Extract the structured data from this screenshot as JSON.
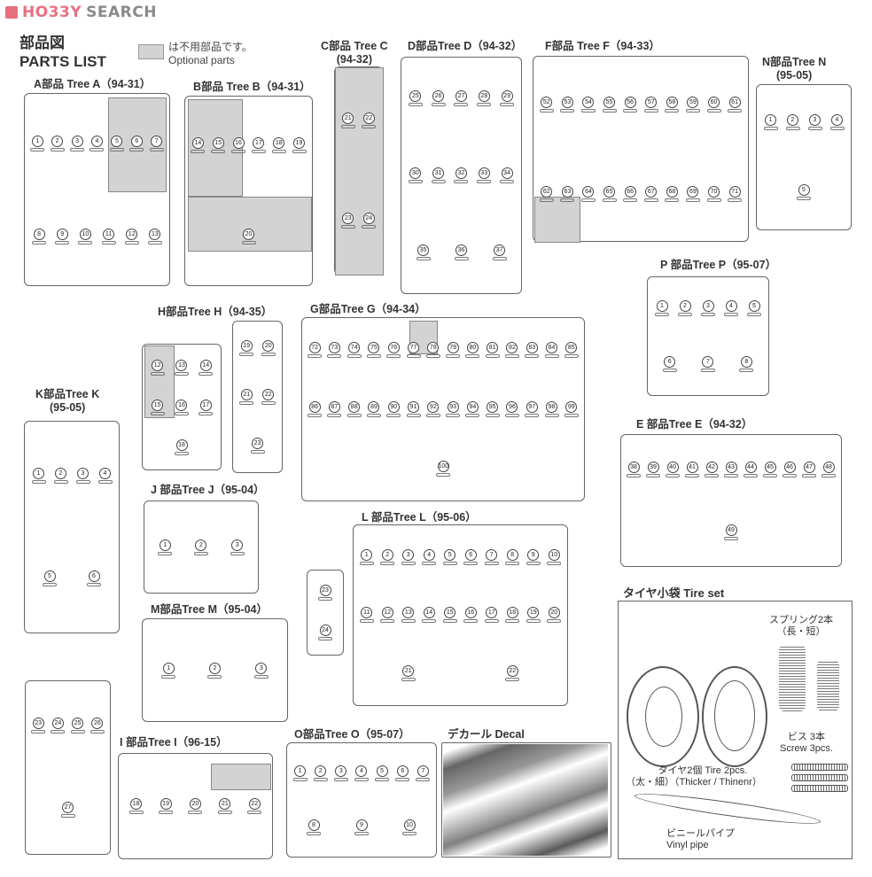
{
  "brand": {
    "logo_left": "HO33Y",
    "logo_right": "SEARCH"
  },
  "header": {
    "title_jp": "部品図",
    "title_en": "PARTS LIST"
  },
  "legend": {
    "jp": "は不用部品です。",
    "en": "Optional parts",
    "color": "#d3d3d3"
  },
  "trees": [
    {
      "id": "A",
      "title": "A部品 Tree A（94-31）",
      "parts": [
        1,
        2,
        3,
        4,
        5,
        6,
        7,
        8,
        9,
        10,
        11,
        12,
        13
      ]
    },
    {
      "id": "B",
      "title": "B部品 Tree B（94-31）",
      "parts": [
        14,
        15,
        16,
        17,
        18,
        19,
        20
      ]
    },
    {
      "id": "C",
      "title": "C部品 Tree C",
      "code": "(94-32)",
      "parts": [
        21,
        22,
        23,
        24
      ]
    },
    {
      "id": "D",
      "title": "D部品Tree D（94-32）",
      "parts": [
        25,
        26,
        27,
        28,
        29,
        30,
        31,
        32,
        33,
        34,
        35,
        36,
        37
      ]
    },
    {
      "id": "F",
      "title": "F部品 Tree F（94-33）",
      "parts": [
        52,
        53,
        54,
        55,
        56,
        57,
        58,
        59,
        60,
        61,
        62,
        63,
        64,
        65,
        66,
        67,
        68,
        69,
        70,
        71
      ]
    },
    {
      "id": "N",
      "title": "N部品Tree N",
      "code": "(95-05)",
      "parts": [
        1,
        2,
        3,
        4,
        5
      ]
    },
    {
      "id": "P",
      "title": "P 部品Tree P（95-07）",
      "parts": [
        1,
        2,
        3,
        4,
        5,
        6,
        7,
        8
      ]
    },
    {
      "id": "H",
      "title": "H部品Tree H（94-35）",
      "parts": [
        12,
        13,
        14,
        15,
        16,
        17,
        18,
        19,
        20,
        21,
        22,
        23
      ]
    },
    {
      "id": "G",
      "title": "G部品Tree G（94-34）",
      "parts": [
        72,
        73,
        74,
        75,
        76,
        77,
        78,
        79,
        80,
        81,
        82,
        83,
        84,
        85,
        86,
        87,
        88,
        89,
        90,
        91,
        92,
        93,
        94,
        95,
        96,
        97,
        98,
        99,
        100
      ]
    },
    {
      "id": "K",
      "title": "K部品Tree K",
      "code": "(95-05)",
      "parts": [
        1,
        2,
        3,
        4,
        5,
        6
      ]
    },
    {
      "id": "J",
      "title": "J 部品Tree J（95-04）",
      "parts": [
        1,
        2,
        3
      ]
    },
    {
      "id": "E",
      "title": "E 部品Tree E（94-32）",
      "parts": [
        38,
        39,
        40,
        41,
        42,
        43,
        44,
        45,
        46,
        47,
        48,
        49
      ]
    },
    {
      "id": "L",
      "title": "L 部品Tree L（95-06）",
      "parts": [
        1,
        2,
        3,
        4,
        5,
        6,
        7,
        8,
        9,
        10,
        11,
        12,
        13,
        14,
        15,
        16,
        17,
        18,
        19,
        20,
        21,
        22,
        23,
        24
      ]
    },
    {
      "id": "M",
      "title": "M部品Tree M（95-04）",
      "parts": [
        1,
        2,
        3
      ]
    },
    {
      "id": "I",
      "title": "I 部品Tree I（96-15）",
      "parts": [
        18,
        19,
        20,
        21,
        22,
        23,
        24,
        25,
        26,
        27
      ]
    },
    {
      "id": "O",
      "title": "O部品Tree O（95-07）",
      "parts": [
        1,
        2,
        3,
        4,
        5,
        6,
        7,
        8,
        9,
        10
      ]
    }
  ],
  "decal": {
    "title": "デカール Decal"
  },
  "tire_set": {
    "title": "タイヤ小袋 Tire set",
    "springs_jp": "スプリング2本",
    "springs_sub": "（長・短）",
    "screws_jp": "ビス 3本",
    "screws_en": "Screw 3pcs.",
    "tires_jp": "タイヤ2個 Tire 2pcs.",
    "tires_sub": "（太・細）（Thicker / Thinenr）",
    "pipe_jp": "ビニールパイプ",
    "pipe_en": "Vinyl pipe"
  }
}
